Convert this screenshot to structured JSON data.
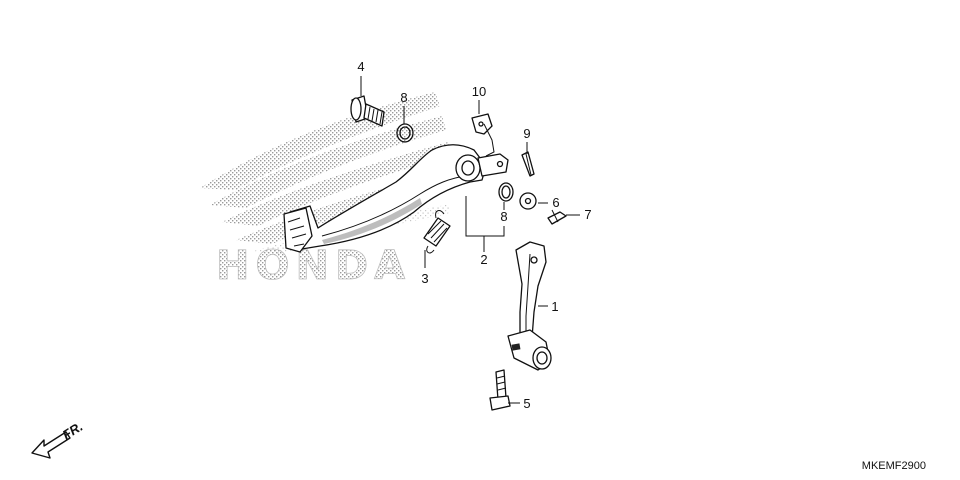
{
  "diagram": {
    "watermark_text": "HONDA",
    "direction_label": "FR.",
    "drawing_code": "MKEMF2900",
    "callouts": {
      "c1": "1",
      "c2": "2",
      "c3": "3",
      "c4": "4",
      "c5": "5",
      "c6": "6",
      "c7": "7",
      "c8a": "8",
      "c8b": "8",
      "c9": "9",
      "c10": "10"
    },
    "colors": {
      "line": "#111111",
      "part_fill": "#ffffff",
      "shade": "#bdbdbd",
      "watermark": "#d2d2d2"
    }
  }
}
